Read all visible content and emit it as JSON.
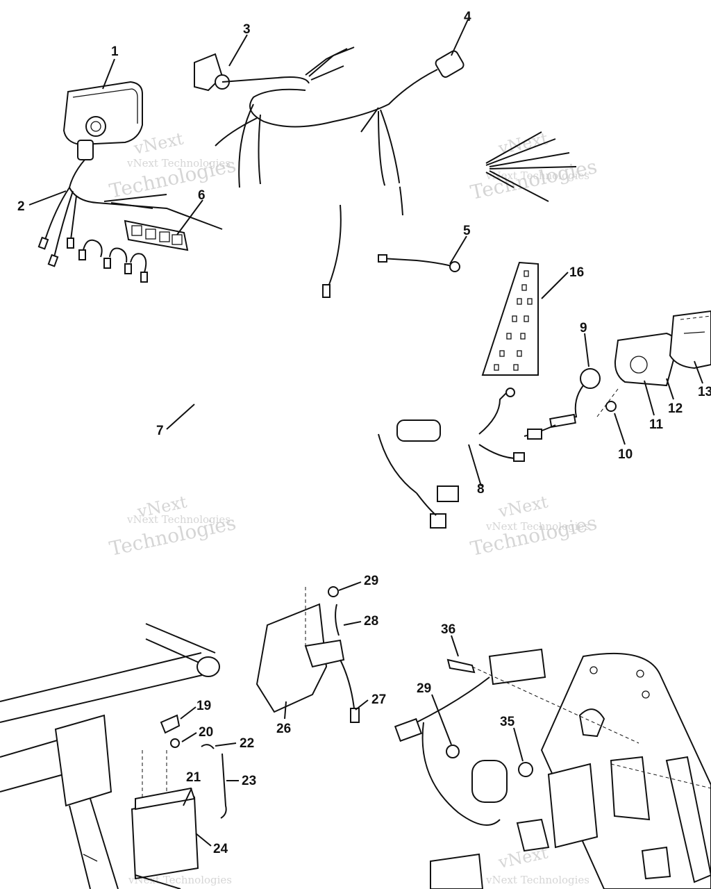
{
  "watermark": {
    "line1": "vNext",
    "line2": "vNext Technologies",
    "line3": "Technologies"
  },
  "callouts": [
    {
      "id": "1",
      "label": "1"
    },
    {
      "id": "2",
      "label": "2"
    },
    {
      "id": "3",
      "label": "3"
    },
    {
      "id": "4",
      "label": "4"
    },
    {
      "id": "5",
      "label": "5"
    },
    {
      "id": "6",
      "label": "6"
    },
    {
      "id": "7",
      "label": "7"
    },
    {
      "id": "8",
      "label": "8"
    },
    {
      "id": "9",
      "label": "9"
    },
    {
      "id": "10",
      "label": "10"
    },
    {
      "id": "11",
      "label": "11"
    },
    {
      "id": "12",
      "label": "12"
    },
    {
      "id": "13",
      "label": "13"
    },
    {
      "id": "16",
      "label": "16"
    },
    {
      "id": "19",
      "label": "19"
    },
    {
      "id": "20",
      "label": "20"
    },
    {
      "id": "21",
      "label": "21"
    },
    {
      "id": "22",
      "label": "22"
    },
    {
      "id": "23",
      "label": "23"
    },
    {
      "id": "24",
      "label": "24"
    },
    {
      "id": "26",
      "label": "26"
    },
    {
      "id": "27",
      "label": "27"
    },
    {
      "id": "28",
      "label": "28"
    },
    {
      "id": "29a",
      "label": "29"
    },
    {
      "id": "29b",
      "label": "29"
    },
    {
      "id": "35",
      "label": "35"
    },
    {
      "id": "36",
      "label": "36"
    }
  ]
}
